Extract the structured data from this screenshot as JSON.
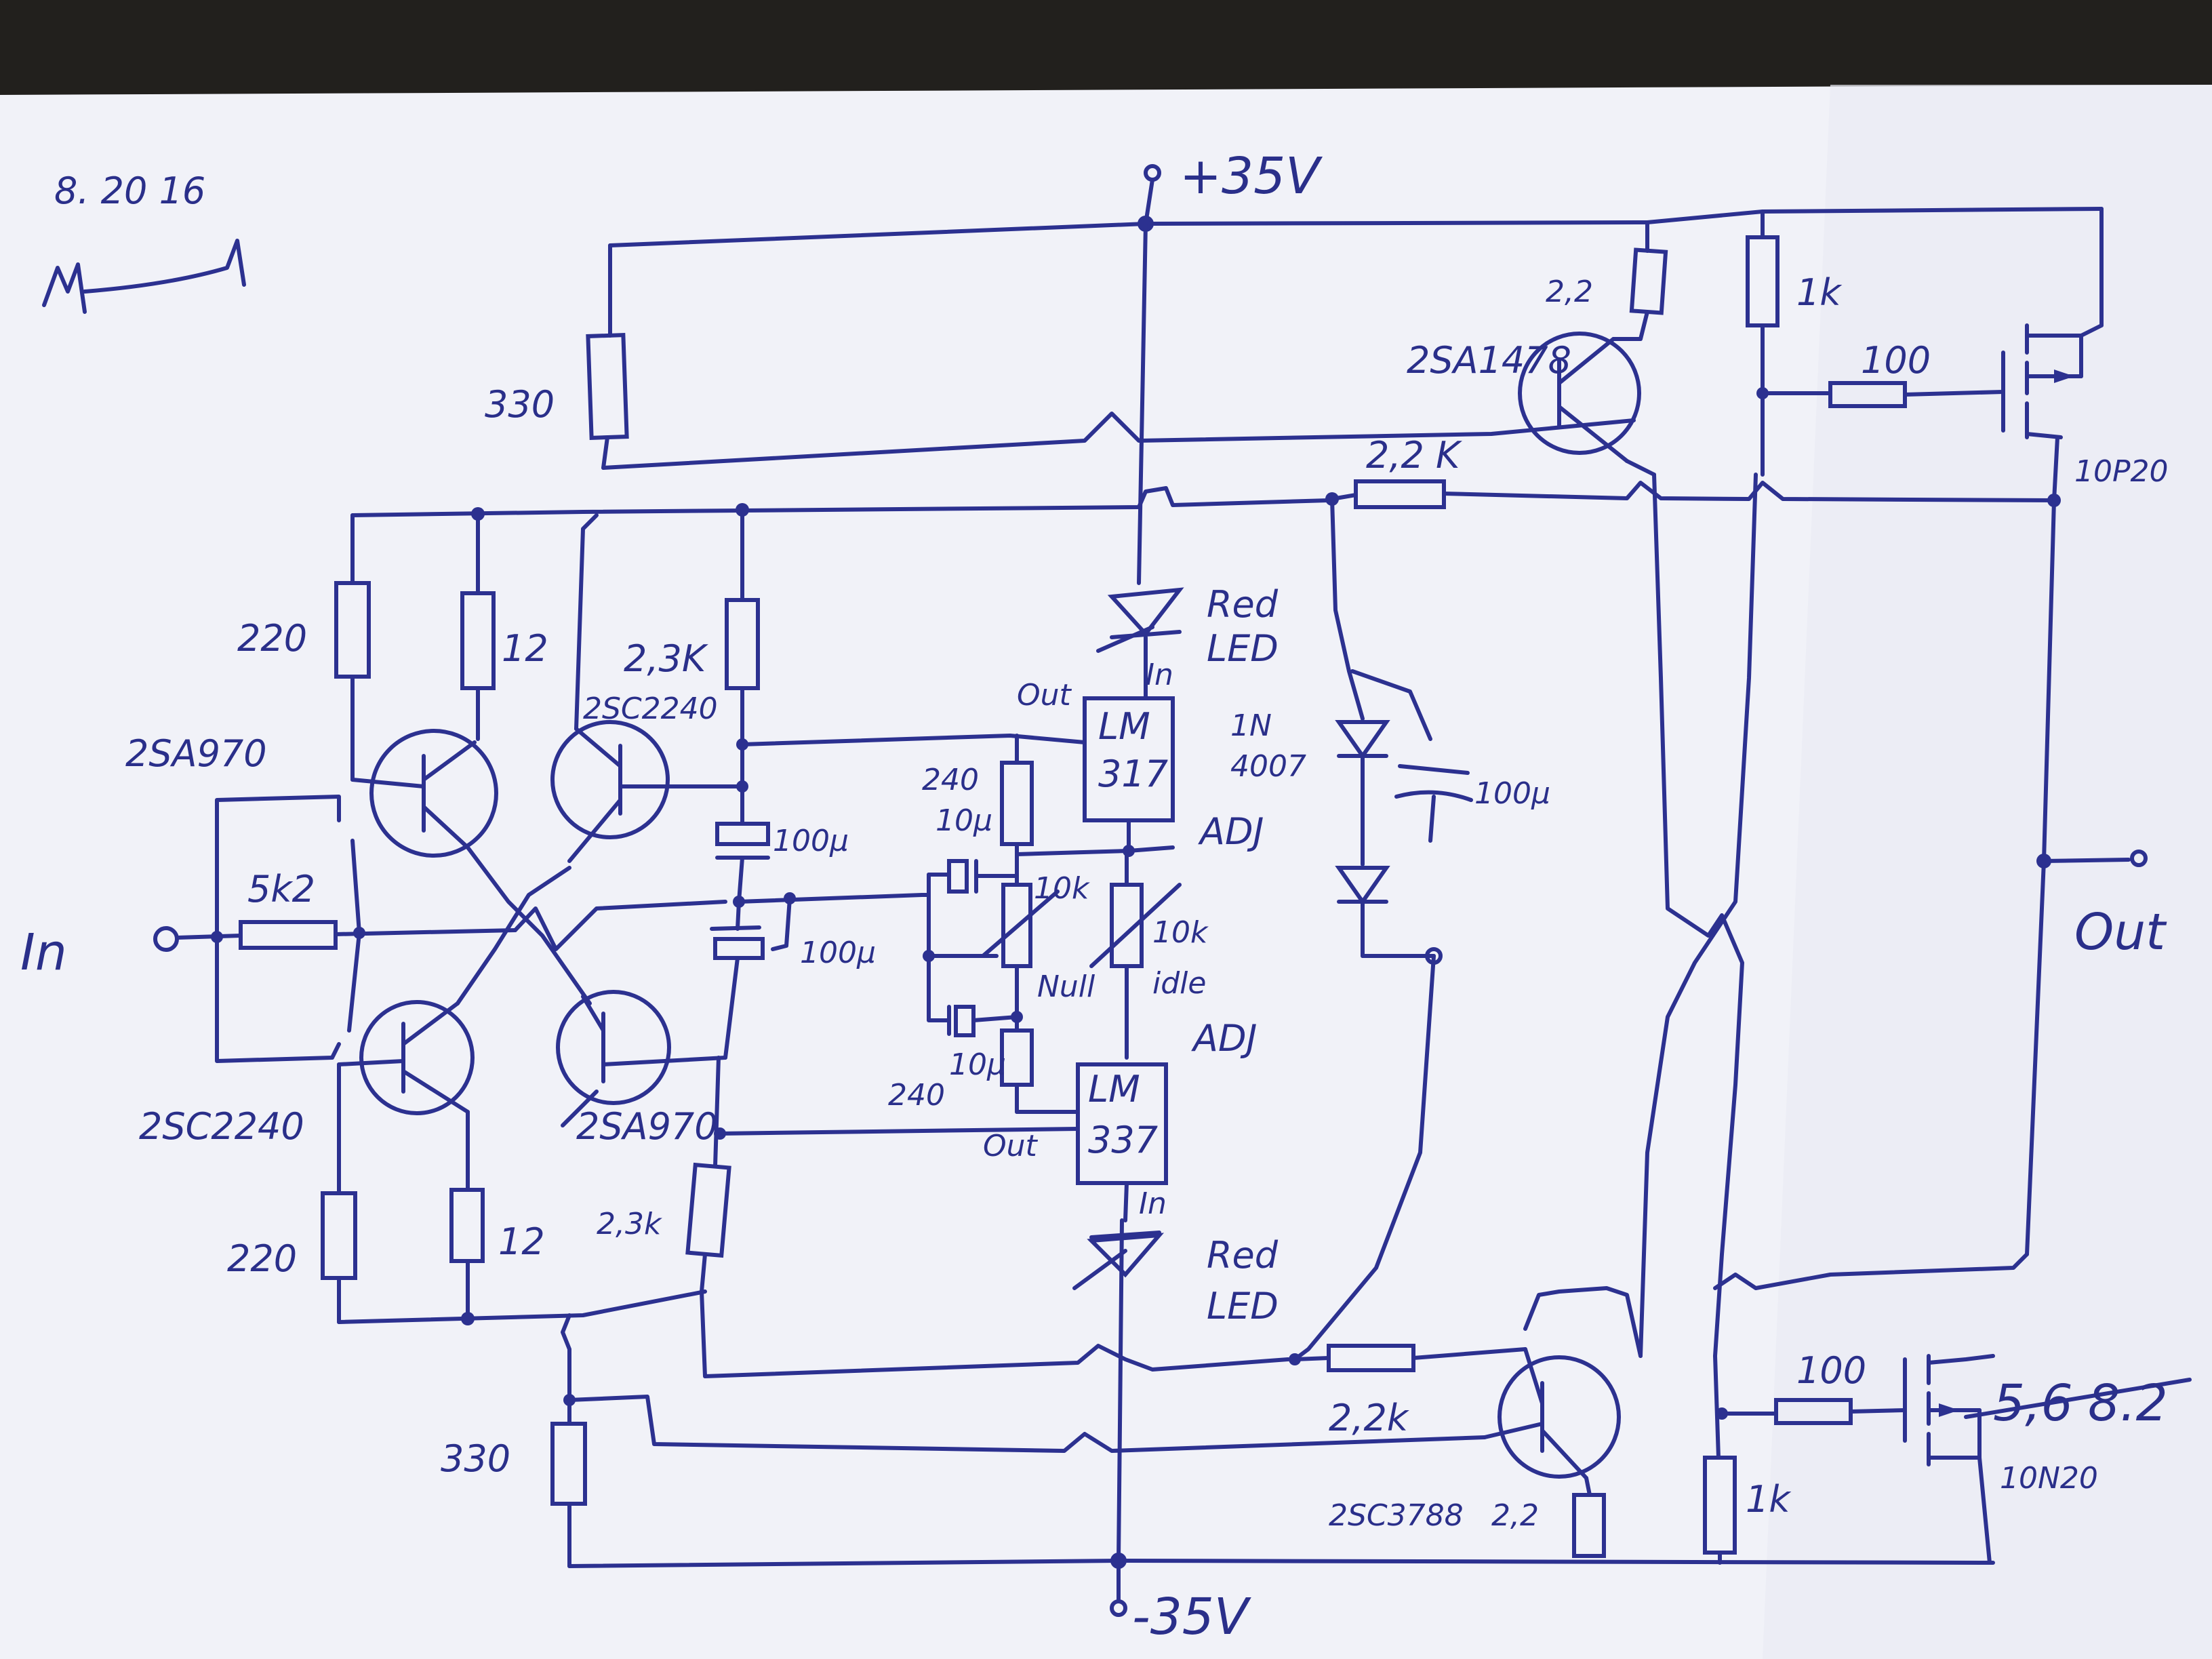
{
  "header": {
    "date": "8. 20 16",
    "signature": "handwritten-signature"
  },
  "rails": {
    "positive": "+35V",
    "negative": "-35V"
  },
  "terminals": {
    "input": "In",
    "output": "Out"
  },
  "resistors": {
    "r_330_top": "330",
    "r_330_bottom": "330",
    "r_220_top": "220",
    "r_220_bottom": "220",
    "r_12_top": "12",
    "r_12_bottom": "12",
    "r_2k3_top": "2,3K",
    "r_2k3_bottom": "2,3k",
    "r_5k2": "5k2",
    "r_240_top": "240",
    "r_240_bottom": "240",
    "pot_10k_null": "10k",
    "pot_10k_idle": "10k",
    "r_2k2_top": "2,2 K",
    "r_2k2_bottom": "2,2k",
    "r_2_2_top": "2,2",
    "r_2_2_bottom": "2,2",
    "r_1k_top": "1k",
    "r_1k_bottom": "1k",
    "r_100_top": "100",
    "r_100_bottom": "100"
  },
  "capacitors": {
    "c_100u_a": "100µ",
    "c_100u_b": "100µ",
    "c_10u_a": "10µ",
    "c_10u_b": "10µ",
    "c_100u_c": "100µ"
  },
  "transistors": {
    "q_2sa970_top": "2SA970",
    "q_2sc2240_bottom": "2SC2240",
    "q_2sc2240_top": "2SC2240",
    "q_2sa970_bottom": "2SA970",
    "q_2sa1478": "2SA1478",
    "q_2sc3788": "2SC3788",
    "mosfet_top": "10P20",
    "mosfet_bottom": "10N20"
  },
  "regulators": {
    "lm317": [
      "LM",
      "317"
    ],
    "lm337": [
      "LM",
      "337"
    ],
    "pin_out": "Out",
    "pin_in": "In",
    "pin_adj": "ADJ"
  },
  "diode": {
    "part": [
      "1N",
      "4007"
    ]
  },
  "leds": {
    "top": [
      "Red",
      "LED"
    ],
    "bottom": [
      "Red",
      "LED"
    ]
  },
  "pot_labels": {
    "null": "Null",
    "idle": "idle"
  },
  "correction": {
    "struck": "5,6",
    "value": "8.2"
  },
  "colors": {
    "ink": "#2c3190",
    "paper": "#f4f5fa",
    "background": "#22201d"
  }
}
